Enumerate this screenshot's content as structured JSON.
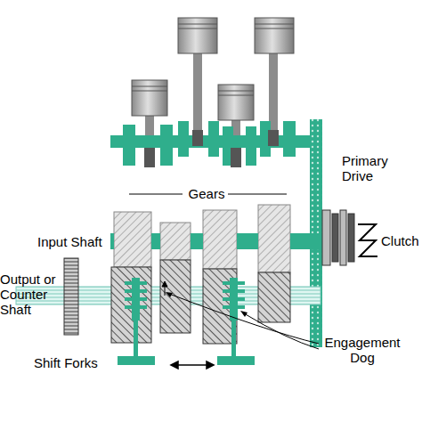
{
  "diagram": {
    "labels": [
      "Gears",
      "Primary Drive",
      "Input Shaft",
      "Clutch",
      "Output or Counter Shaft",
      "Engagement Dog",
      "Shift Forks"
    ]
  }
}
